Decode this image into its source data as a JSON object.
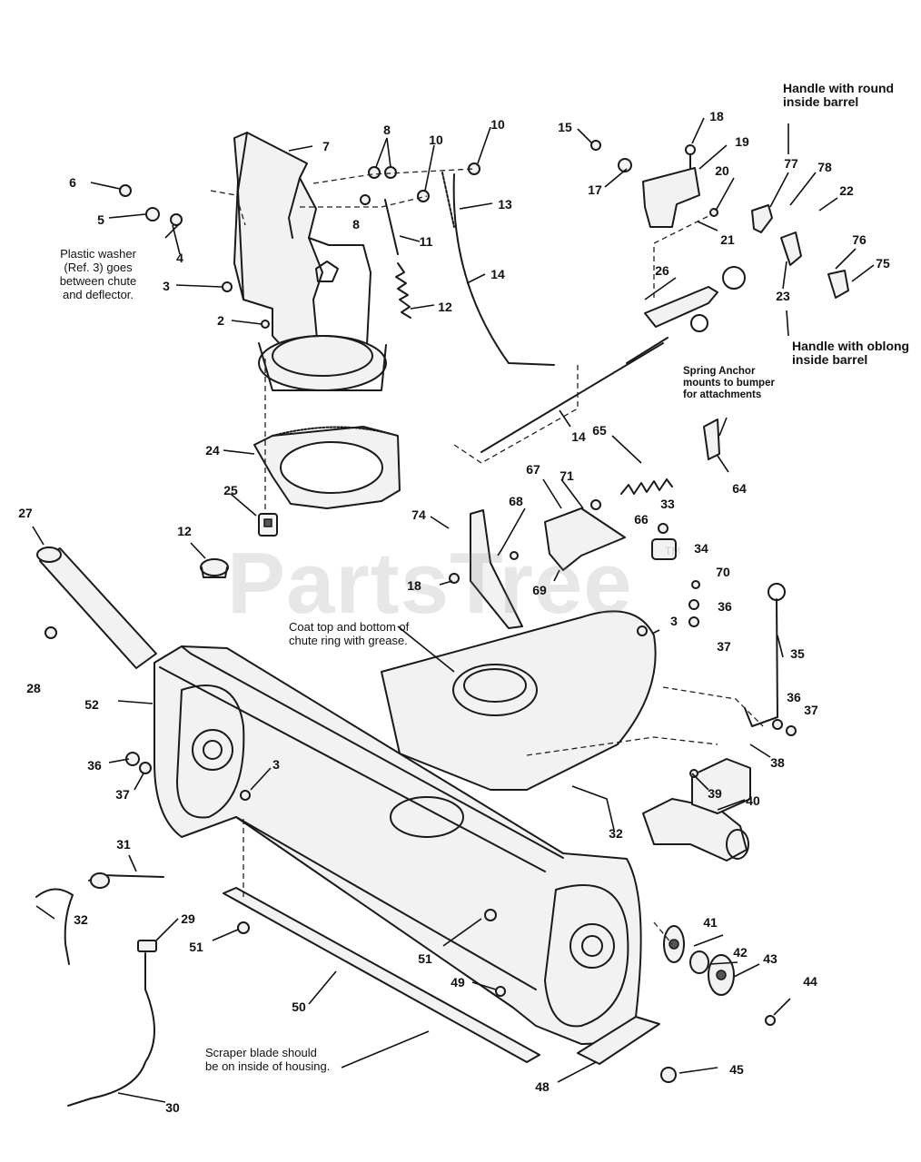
{
  "watermark": {
    "text": "PartsTree",
    "trademark": "TM"
  },
  "notes": {
    "plastic_washer": [
      "Plastic washer",
      "(Ref. 3) goes",
      "between chute",
      "and deflector."
    ],
    "handle_round": [
      "Handle with round",
      "inside barrel"
    ],
    "handle_oblong": [
      "Handle with oblong",
      "inside barrel"
    ],
    "spring_anchor": [
      "Spring Anchor",
      "mounts to bumper",
      "for attachments"
    ],
    "coat_chute": [
      "Coat top and bottom of",
      "chute ring with grease."
    ],
    "scraper_blade": [
      "Scraper blade should",
      "be on inside of housing."
    ]
  },
  "callouts": [
    {
      "id": "7",
      "label": "7"
    },
    {
      "id": "8a",
      "label": "8"
    },
    {
      "id": "10a",
      "label": "10"
    },
    {
      "id": "10b",
      "label": "10"
    },
    {
      "id": "6",
      "label": "6"
    },
    {
      "id": "5",
      "label": "5"
    },
    {
      "id": "4",
      "label": "4"
    },
    {
      "id": "3a",
      "label": "3"
    },
    {
      "id": "8b",
      "label": "8"
    },
    {
      "id": "11",
      "label": "11"
    },
    {
      "id": "13",
      "label": "13"
    },
    {
      "id": "14a",
      "label": "14"
    },
    {
      "id": "12a",
      "label": "12"
    },
    {
      "id": "2",
      "label": "2"
    },
    {
      "id": "24",
      "label": "24"
    },
    {
      "id": "25",
      "label": "25"
    },
    {
      "id": "27",
      "label": "27"
    },
    {
      "id": "12b",
      "label": "12"
    },
    {
      "id": "28",
      "label": "28"
    },
    {
      "id": "15",
      "label": "15"
    },
    {
      "id": "18a",
      "label": "18"
    },
    {
      "id": "19",
      "label": "19"
    },
    {
      "id": "17",
      "label": "17"
    },
    {
      "id": "20",
      "label": "20"
    },
    {
      "id": "21",
      "label": "21"
    },
    {
      "id": "77",
      "label": "77"
    },
    {
      "id": "78",
      "label": "78"
    },
    {
      "id": "22",
      "label": "22"
    },
    {
      "id": "76",
      "label": "76"
    },
    {
      "id": "75",
      "label": "75"
    },
    {
      "id": "26",
      "label": "26"
    },
    {
      "id": "23",
      "label": "23"
    },
    {
      "id": "14b",
      "label": "14"
    },
    {
      "id": "65",
      "label": "65"
    },
    {
      "id": "64",
      "label": "64"
    },
    {
      "id": "67",
      "label": "67"
    },
    {
      "id": "71",
      "label": "71"
    },
    {
      "id": "68",
      "label": "68"
    },
    {
      "id": "74",
      "label": "74"
    },
    {
      "id": "66",
      "label": "66"
    },
    {
      "id": "33",
      "label": "33"
    },
    {
      "id": "34",
      "label": "34"
    },
    {
      "id": "18b",
      "label": "18"
    },
    {
      "id": "69",
      "label": "69"
    },
    {
      "id": "70",
      "label": "70"
    },
    {
      "id": "36a",
      "label": "36"
    },
    {
      "id": "37a",
      "label": "37"
    },
    {
      "id": "3b",
      "label": "3"
    },
    {
      "id": "35",
      "label": "35"
    },
    {
      "id": "52",
      "label": "52"
    },
    {
      "id": "36b",
      "label": "36"
    },
    {
      "id": "37b",
      "label": "37"
    },
    {
      "id": "36c",
      "label": "36"
    },
    {
      "id": "37c",
      "label": "37"
    },
    {
      "id": "38",
      "label": "38"
    },
    {
      "id": "3c",
      "label": "3"
    },
    {
      "id": "39",
      "label": "39"
    },
    {
      "id": "40",
      "label": "40"
    },
    {
      "id": "31",
      "label": "31"
    },
    {
      "id": "32a",
      "label": "32"
    },
    {
      "id": "32b",
      "label": "32"
    },
    {
      "id": "29",
      "label": "29"
    },
    {
      "id": "51a",
      "label": "51"
    },
    {
      "id": "51b",
      "label": "51"
    },
    {
      "id": "41",
      "label": "41"
    },
    {
      "id": "42",
      "label": "42"
    },
    {
      "id": "43",
      "label": "43"
    },
    {
      "id": "44",
      "label": "44"
    },
    {
      "id": "49",
      "label": "49"
    },
    {
      "id": "50",
      "label": "50"
    },
    {
      "id": "45",
      "label": "45"
    },
    {
      "id": "48",
      "label": "48"
    },
    {
      "id": "30",
      "label": "30"
    }
  ]
}
